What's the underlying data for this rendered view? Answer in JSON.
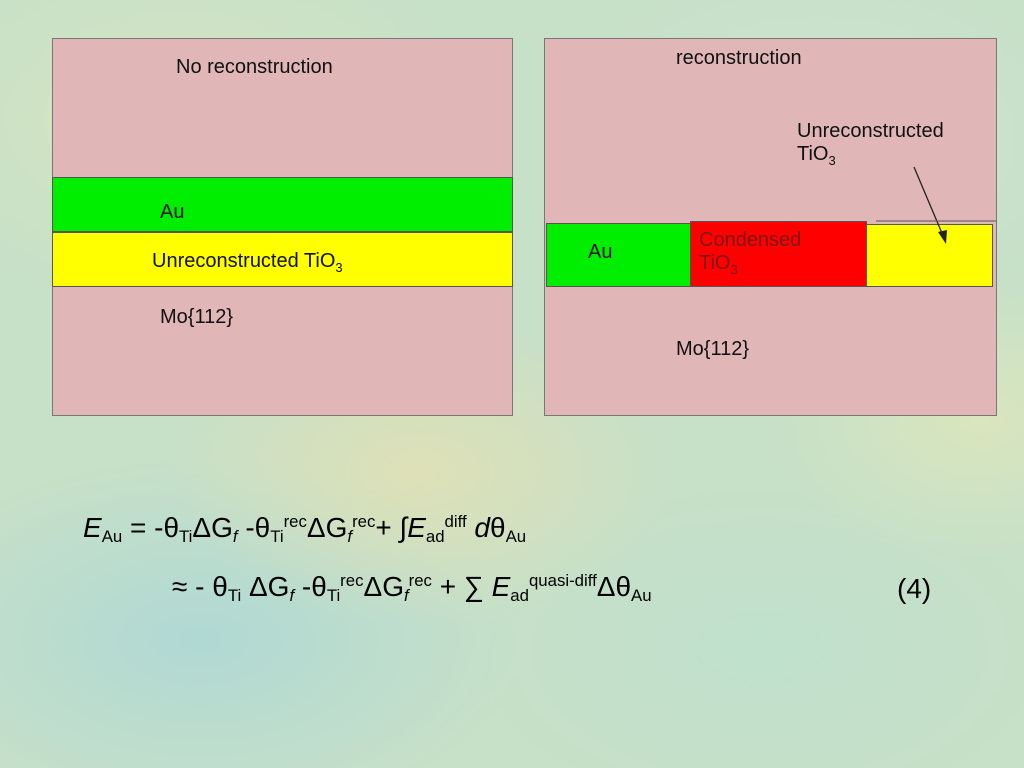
{
  "left_panel": {
    "title": "No reconstruction",
    "au_label": "Au",
    "tio2_label": "Unreconstructed TiO",
    "tio2_sub": "3",
    "substrate_label": "Mo{112}"
  },
  "right_panel": {
    "title": "reconstruction",
    "unrec_label": "Unreconstructed",
    "unrec_label2": "TiO",
    "unrec_sub": "3",
    "au_label": "Au",
    "condensed_label": "Condensed",
    "condensed_label2": "TiO",
    "condensed_sub": "3",
    "substrate_label": "Mo{112}"
  },
  "colors": {
    "panel_bg": "#e0b6b7",
    "au": "#00ee00",
    "tio_unreconstructed": "#ffff00",
    "tio_condensed": "#ff0000"
  },
  "equation": {
    "line1": {
      "E": "E",
      "E_sub": "Au",
      "eq": " = -",
      "t1": "θ",
      "t1_sub": "Ti",
      "dG1": "ΔG",
      "f1": "f",
      "minus": " -",
      "t2": "θ",
      "t2_sub": "Ti",
      "t2_sup": "rec",
      "dG2": "ΔG",
      "f2": "f",
      "f2_sup": "rec",
      "plus": "+ ∫",
      "E2": "E",
      "E2_sub": "ad",
      "E2_sup": "diff",
      "d": " d",
      "t3": "θ",
      "t3_sub": "Au"
    },
    "line2": {
      "approx": "≈ - ",
      "t1": "θ",
      "t1_sub": "Ti",
      "dG1": " ΔG",
      "f1": "f",
      "minus": " -",
      "t2": "θ",
      "t2_sub": "Ti",
      "t2_sup": "rec",
      "dG2": "ΔG",
      "f2": "f",
      "f2_sup": "rec",
      "plus": " + ∑ ",
      "E": "E",
      "E_sub": "ad",
      "E_sup": "quasi-diff",
      "dt": "Δθ",
      "dt_sub": "Au"
    },
    "number": "(4)"
  }
}
